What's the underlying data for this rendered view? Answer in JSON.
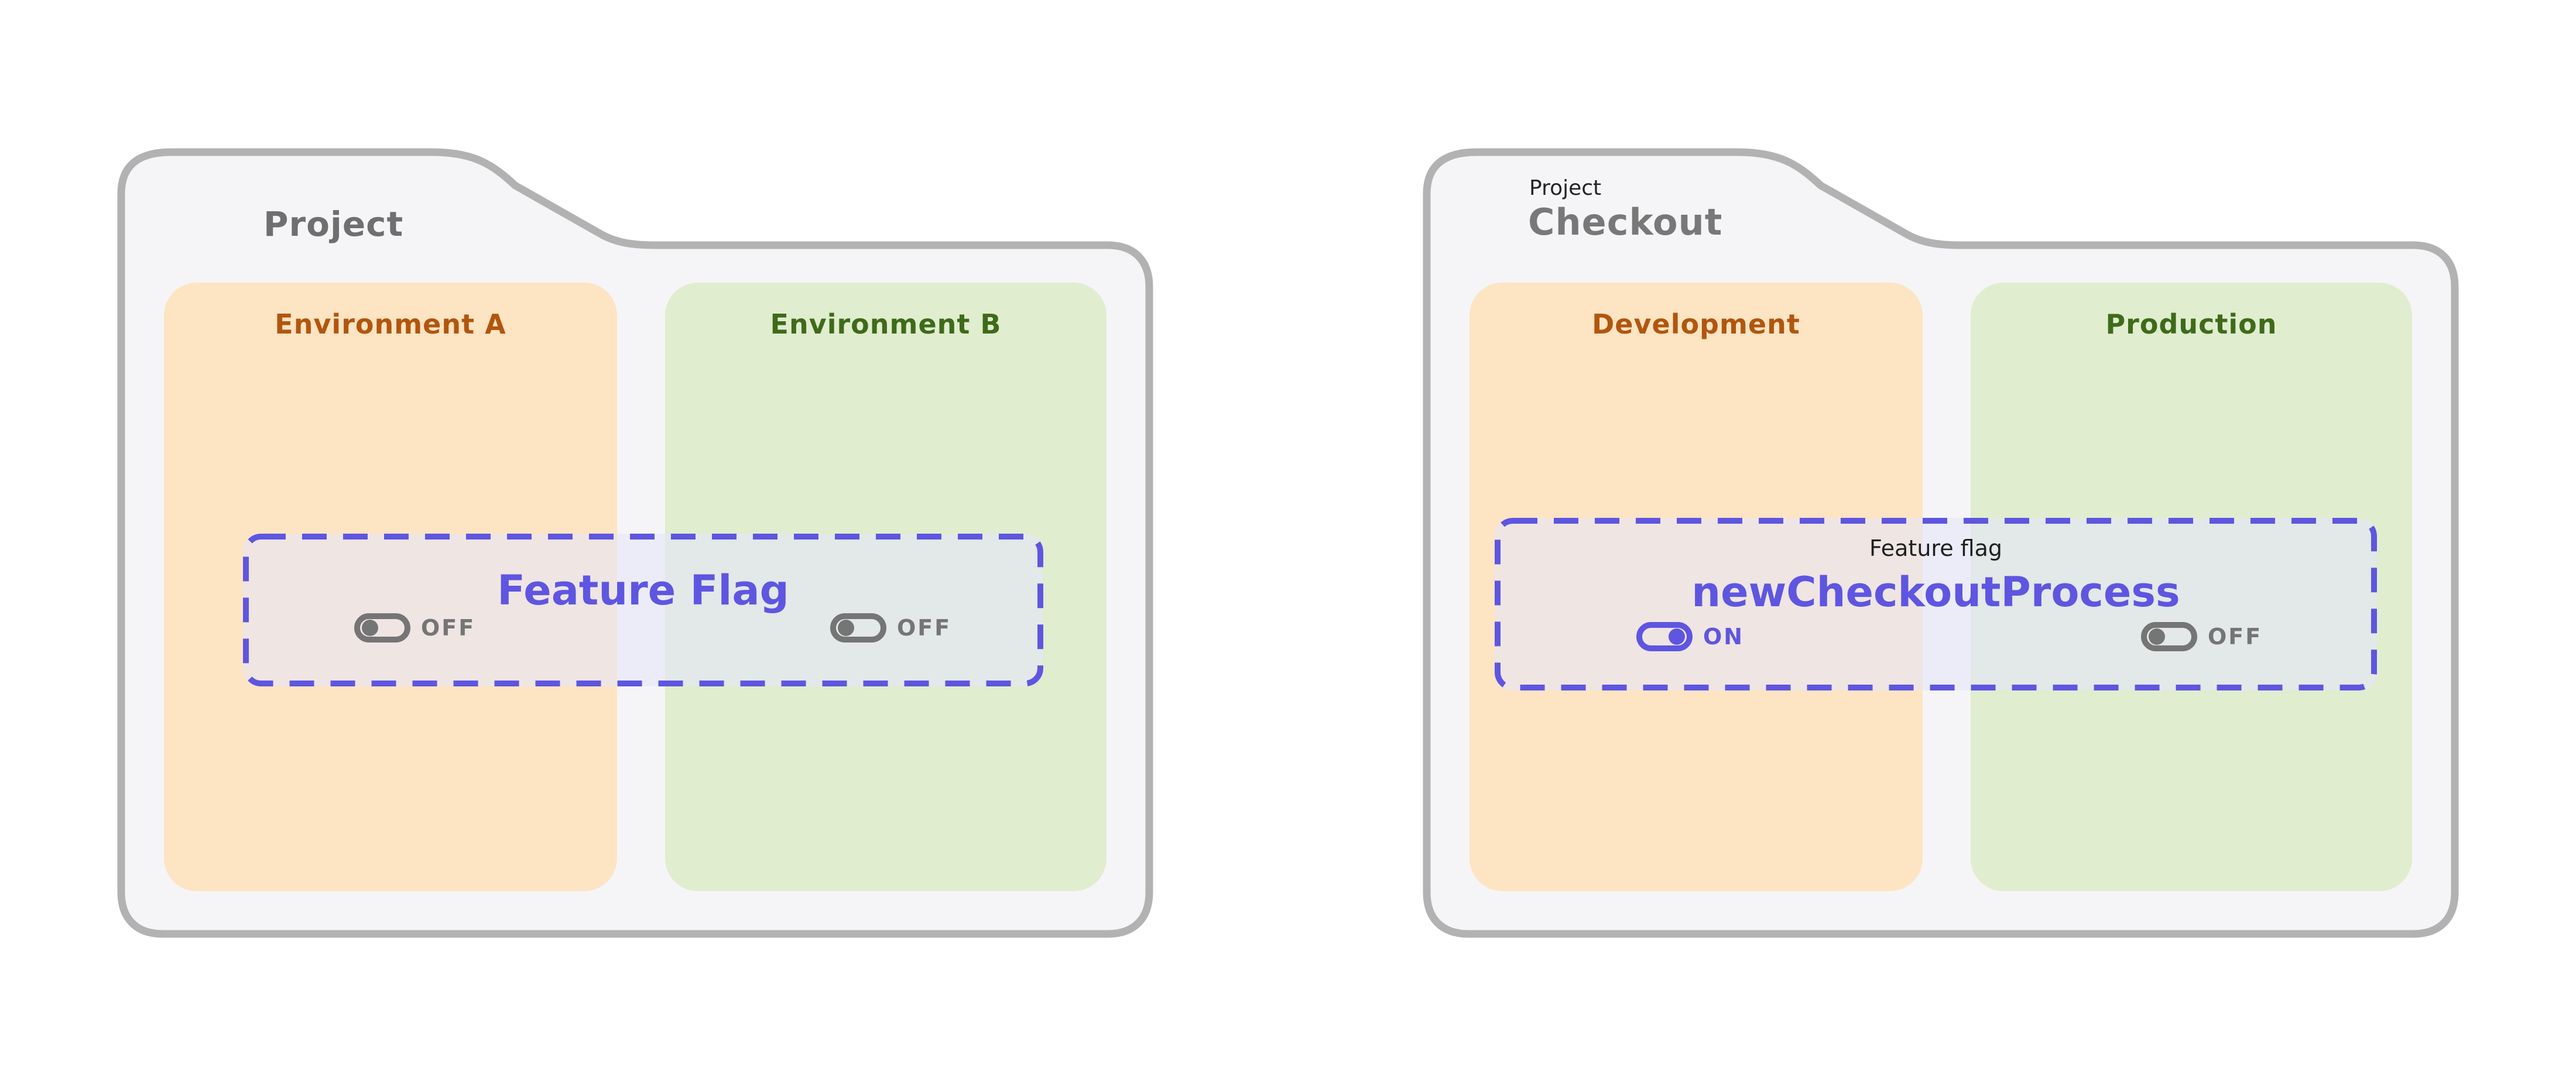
{
  "colors": {
    "background": "#ffffff",
    "folder_fill": "#f5f5f7",
    "folder_stroke": "#b2b2b2",
    "orange_card_bg": "#fde4c3",
    "orange_card_title": "#b1560e",
    "green_card_bg": "#e0edcf",
    "green_card_title": "#3e6b1a",
    "accent_purple": "#5e56e0",
    "toggle_off_gray": "#757575",
    "flag_overlay_bg": "rgba(229,229,250,0.58)",
    "folder_title_gray": "#6f6f6f",
    "eyebrow_dark": "#242424"
  },
  "folders": [
    {
      "title": "Project",
      "environments": [
        {
          "name": "Environment A",
          "toggle_label": "OFF",
          "toggle_state": "off"
        },
        {
          "name": "Environment B",
          "toggle_label": "OFF",
          "toggle_state": "off"
        }
      ],
      "flag": {
        "caption": "",
        "name": "Feature Flag"
      }
    },
    {
      "eyebrow": "Project",
      "title": "Checkout",
      "environments": [
        {
          "name": "Development",
          "toggle_label": "ON",
          "toggle_state": "on"
        },
        {
          "name": "Production",
          "toggle_label": "OFF",
          "toggle_state": "off"
        }
      ],
      "flag": {
        "caption": "Feature flag",
        "name": "newCheckoutProcess"
      }
    }
  ]
}
